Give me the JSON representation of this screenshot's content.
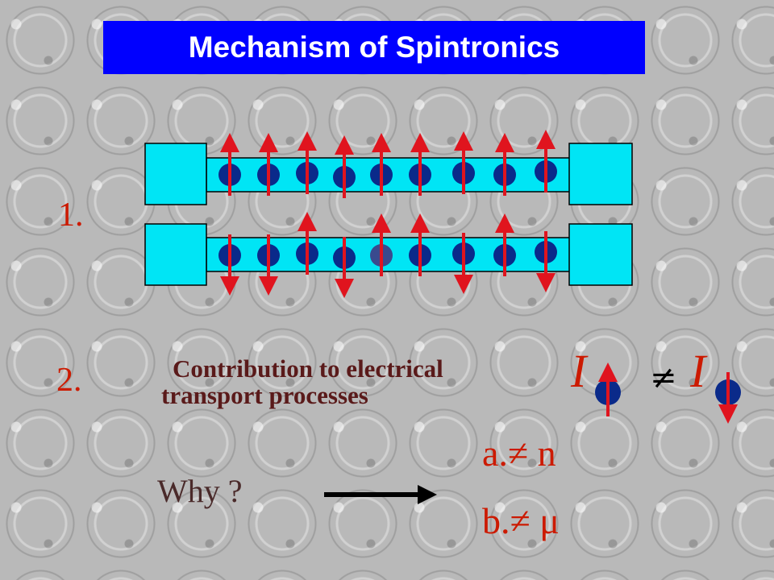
{
  "slide": {
    "title": "Mechanism of Spintronics",
    "item1_label": "1.",
    "item2_label": "2.",
    "contribution_line1": "Contribution to electrical",
    "contribution_line2": "transport processes",
    "current_symbol": "I",
    "not_equal": "≠",
    "reason_a": "a.≠ n",
    "reason_b": "b.≠ μ",
    "why_text": "Why ?"
  },
  "colors": {
    "title_bg": "#0000ff",
    "channel": "#00e5f5",
    "electron": "#0a2a8a",
    "spin_arrow": "#e0141e",
    "label_red": "#cc1a00"
  },
  "icons": [
    "up-spin-arrow-icon",
    "down-spin-arrow-icon",
    "right-arrow-icon"
  ]
}
